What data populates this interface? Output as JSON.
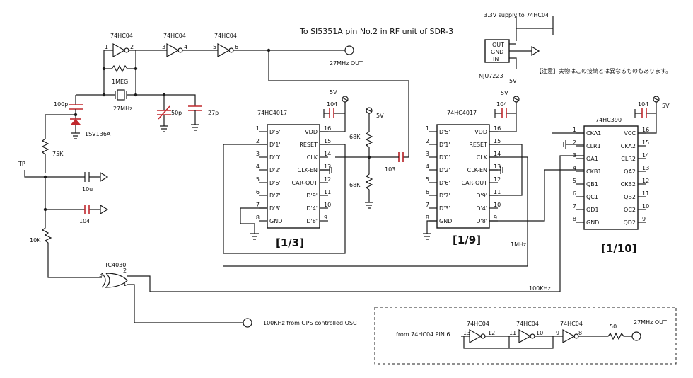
{
  "top_title": "To SI5351A pin No.2 in RF unit of SDR-3",
  "supply_label": "3.3V supply to 74HC04",
  "regulator": {
    "name": "NJU7223",
    "pins": [
      "OUT",
      "GND",
      "IN"
    ]
  },
  "note_jp": "【注意】実物はこの接続とは異なるものもあります。",
  "gate_name": "74HC04",
  "xor_name": "TC4030",
  "out_27mhz": "27MHz OUT",
  "out_27mhz_2": "27MHz OUT",
  "ref_100k": "100KHz from GPS controlled OSC",
  "from_pin6": "from 74HC04 PIN 6",
  "freq_100k": "100KHz",
  "freq_1m": "1MHz",
  "vcc": "5V",
  "tp": "TP",
  "components": {
    "r_1meg": "1MEG",
    "xtal": "27MHz",
    "c_100p": "100p",
    "varicap": "1SV136A",
    "c_50p": "50p",
    "c_27p": "27p",
    "r_75k": "75K",
    "c_10u": "10u",
    "c_104a": "104",
    "r_10k": "10K",
    "c_104b": "104",
    "r_68k_top": "68K",
    "r_68k_bot": "68K",
    "c_103": "103",
    "c_104c": "104",
    "c_104d": "104",
    "r_50": "50"
  },
  "ic1": {
    "name": "74HC4017",
    "ratio": "[1/3]",
    "left": [
      [
        "1",
        "D'5'"
      ],
      [
        "2",
        "D'1'"
      ],
      [
        "3",
        "D'0'"
      ],
      [
        "4",
        "D'2'"
      ],
      [
        "5",
        "D'6'"
      ],
      [
        "6",
        "D'7'"
      ],
      [
        "7",
        "D'3'"
      ],
      [
        "8",
        "GND"
      ]
    ],
    "right": [
      [
        "16",
        "VDD"
      ],
      [
        "15",
        "RESET"
      ],
      [
        "14",
        "CLK"
      ],
      [
        "13",
        "CLK-EN"
      ],
      [
        "12",
        "CAR-OUT"
      ],
      [
        "11",
        "D'9'"
      ],
      [
        "10",
        "D'4'"
      ],
      [
        "9",
        "D'8'"
      ]
    ]
  },
  "ic2": {
    "name": "74HC4017",
    "ratio": "[1/9]",
    "left": [
      [
        "1",
        "D'5'"
      ],
      [
        "2",
        "D'1'"
      ],
      [
        "3",
        "D'0'"
      ],
      [
        "4",
        "D'2'"
      ],
      [
        "5",
        "D'6'"
      ],
      [
        "6",
        "D'7'"
      ],
      [
        "7",
        "D'3'"
      ],
      [
        "8",
        "GND"
      ]
    ],
    "right": [
      [
        "16",
        "VDD"
      ],
      [
        "15",
        "RESET"
      ],
      [
        "14",
        "CLK"
      ],
      [
        "13",
        "CLK-EN"
      ],
      [
        "12",
        "CAR-OUT"
      ],
      [
        "11",
        "D'9'"
      ],
      [
        "10",
        "D'4'"
      ],
      [
        "9",
        "D'8'"
      ]
    ]
  },
  "ic3": {
    "name": "74HC390",
    "ratio": "[1/10]",
    "left": [
      [
        "1",
        "CKA1"
      ],
      [
        "2",
        "CLR1"
      ],
      [
        "3",
        "QA1"
      ],
      [
        "4",
        "CKB1"
      ],
      [
        "5",
        "QB1"
      ],
      [
        "6",
        "QC1"
      ],
      [
        "7",
        "QD1"
      ],
      [
        "8",
        "GND"
      ]
    ],
    "right": [
      [
        "16",
        "VCC"
      ],
      [
        "15",
        "CKA2"
      ],
      [
        "14",
        "CLR2"
      ],
      [
        "13",
        "QA2"
      ],
      [
        "12",
        "CKB2"
      ],
      [
        "11",
        "QB2"
      ],
      [
        "10",
        "QC2"
      ],
      [
        "9",
        "QD2"
      ]
    ]
  },
  "inv_pins": {
    "g1": [
      "1",
      "2"
    ],
    "g2": [
      "3",
      "4"
    ],
    "g3": [
      "5",
      "6"
    ],
    "g4": [
      "13",
      "12"
    ],
    "g5": [
      "11",
      "10"
    ],
    "g6": [
      "9",
      "8"
    ]
  },
  "xor_pins": [
    "3",
    "2",
    "1"
  ]
}
